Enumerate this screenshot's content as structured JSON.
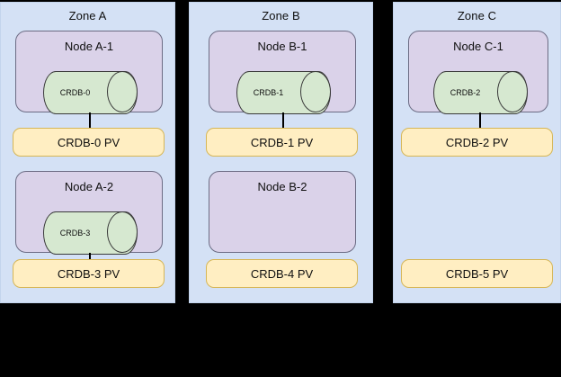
{
  "diagram": {
    "background_color": "#000000",
    "zone_color": "#d4e1f5",
    "node_color": "#dad2e9",
    "db_color": "#d6e8d0",
    "pv_color": "#ffeec2",
    "pv_border_color": "#d6b656"
  },
  "zones": [
    {
      "id": "zone-a",
      "title": "Zone A",
      "nodes": [
        {
          "id": "node-a-1",
          "title": "Node A-1",
          "database": "CRDB-0",
          "has_database": true,
          "has_connector": true
        },
        {
          "id": "node-a-2",
          "title": "Node A-2",
          "database": "CRDB-3",
          "has_database": true,
          "has_connector": true
        }
      ],
      "volumes": [
        {
          "id": "pv-crdb-0",
          "label": "CRDB-0 PV"
        },
        {
          "id": "pv-crdb-3",
          "label": "CRDB-3 PV"
        }
      ]
    },
    {
      "id": "zone-b",
      "title": "Zone B",
      "nodes": [
        {
          "id": "node-b-1",
          "title": "Node B-1",
          "database": "CRDB-1",
          "has_database": true,
          "has_connector": true
        },
        {
          "id": "node-b-2",
          "title": "Node B-2",
          "database": null,
          "has_database": false,
          "has_connector": false
        }
      ],
      "volumes": [
        {
          "id": "pv-crdb-1",
          "label": "CRDB-1 PV"
        },
        {
          "id": "pv-crdb-4",
          "label": "CRDB-4 PV"
        }
      ]
    },
    {
      "id": "zone-c",
      "title": "Zone C",
      "nodes": [
        {
          "id": "node-c-1",
          "title": "Node C-1",
          "database": "CRDB-2",
          "has_database": true,
          "has_connector": true
        }
      ],
      "volumes": [
        {
          "id": "pv-crdb-2",
          "label": "CRDB-2 PV"
        },
        {
          "id": "pv-crdb-5",
          "label": "CRDB-5 PV"
        }
      ]
    }
  ]
}
